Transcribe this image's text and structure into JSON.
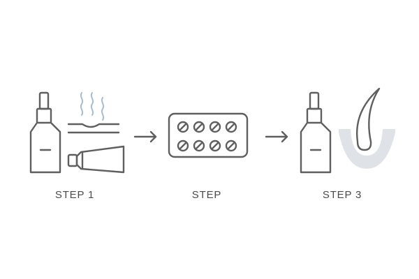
{
  "steps": [
    {
      "label": "STEP 1",
      "icons": [
        "dropper-bottle-icon",
        "heat-steam-icon",
        "skin-layer-icon",
        "cream-tube-icon"
      ]
    },
    {
      "label": "STEP",
      "icons": [
        "pill-blister-pack-icon"
      ]
    },
    {
      "label": "STEP 3",
      "icons": [
        "dropper-bottle-icon",
        "hair-follicle-icon"
      ]
    }
  ],
  "connectors": [
    "arrow-right-icon",
    "arrow-right-icon"
  ],
  "colors": {
    "stroke": "#5f5f5f",
    "steam": "#a9bccb",
    "scalp": "#dfe3e8",
    "text": "#4b4b4b"
  }
}
